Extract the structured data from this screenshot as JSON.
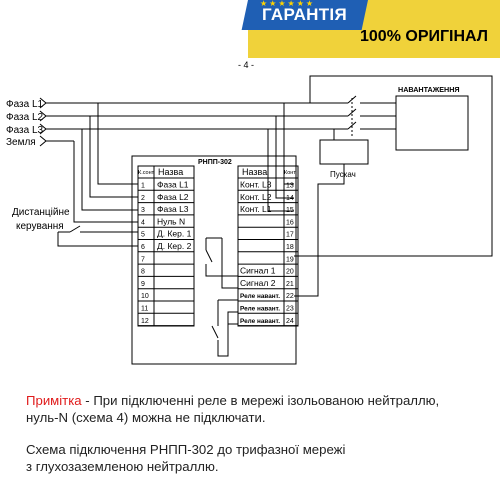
{
  "badge": {
    "title": "ГАРАНТІЯ",
    "subtitle": "100% ОРИГІНАЛ",
    "stars": "★★★★★★",
    "colors": {
      "blue": "#1f5fb4",
      "yellow": "#f0d23a"
    }
  },
  "diagram": {
    "scheme_number": "- 4 -",
    "phases": [
      "Фаза L1",
      "Фаза L2",
      "Фаза L3",
      "Земля"
    ],
    "remote_label_1": "Дистанційне",
    "remote_label_2": "керування",
    "load_label": "НАВАНТАЖЕННЯ",
    "starter_label": "Пускач",
    "device_label": "РНПП-302",
    "left_header_num": "К.сонт",
    "left_header_name": "Назва",
    "right_header_name": "Назва",
    "right_header_num": "Конт",
    "left_terminals": [
      {
        "num": "1",
        "name": "Фаза L1"
      },
      {
        "num": "2",
        "name": "Фаза L2"
      },
      {
        "num": "3",
        "name": "Фаза L3"
      },
      {
        "num": "4",
        "name": "Нуль N"
      },
      {
        "num": "5",
        "name": "Д. Кер. 1"
      },
      {
        "num": "6",
        "name": "Д. Кер. 2"
      },
      {
        "num": "7",
        "name": ""
      },
      {
        "num": "8",
        "name": ""
      },
      {
        "num": "9",
        "name": ""
      },
      {
        "num": "10",
        "name": ""
      },
      {
        "num": "11",
        "name": ""
      },
      {
        "num": "12",
        "name": ""
      }
    ],
    "right_terminals": [
      {
        "num": "13",
        "name": "Конт. L3"
      },
      {
        "num": "14",
        "name": "Конт. L2"
      },
      {
        "num": "15",
        "name": "Конт. L1"
      },
      {
        "num": "16",
        "name": ""
      },
      {
        "num": "17",
        "name": ""
      },
      {
        "num": "18",
        "name": ""
      },
      {
        "num": "19",
        "name": ""
      },
      {
        "num": "20",
        "name": "Сигнал 1"
      },
      {
        "num": "21",
        "name": "Сигнал 2"
      },
      {
        "num": "22",
        "name": "Реле навант."
      },
      {
        "num": "23",
        "name": "Реле навант."
      },
      {
        "num": "24",
        "name": "Реле навант."
      }
    ]
  },
  "note": {
    "prefix": "Примітка",
    "line1": " - При підключенні реле в мережі ізольованою нейтраллю,",
    "line2": "нуль-N (схема 4) можна не підключати.",
    "line3": "Схема підключення РНПП-302 до трифазної мережі",
    "line4": "з глухозаземленою нейтраллю.",
    "accent_color": "#e01b1b"
  }
}
